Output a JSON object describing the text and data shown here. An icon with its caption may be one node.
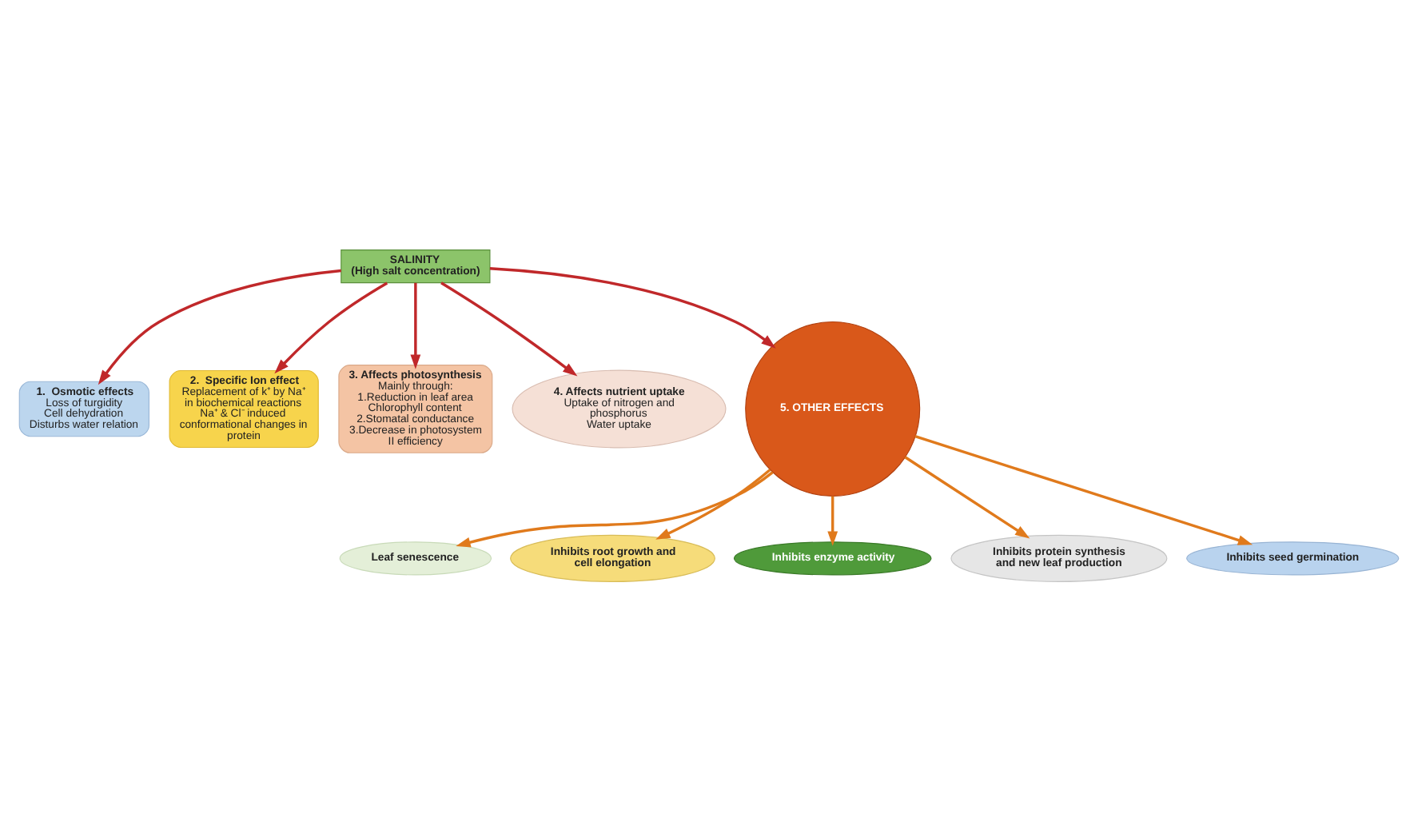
{
  "diagram": {
    "nodes": [
      {
        "text": [
          "SALINITY",
          "(High salt concentration)"
        ]
      },
      {
        "text": [
          "1.  Osmotic effects",
          "Loss of turgidity",
          "Cell dehydration",
          "Disturbs water relation"
        ]
      },
      {
        "text": [
          "2.  Specific Ion effect",
          "Replacement of k⁺ by Na⁺ in biochemical reactions",
          "Na⁺ & Cl⁻ induced conformational changes in protein"
        ]
      },
      {
        "text": [
          "3. Affects photosynthesis",
          "Mainly through:",
          "1.Reduction in leaf area Chlorophyll content",
          "2.Stomatal conductance",
          "3.Decrease in photosystem II efficiency"
        ]
      },
      {
        "text": [
          "4. Affects nutrient uptake",
          "Uptake of nitrogen and phosphorus",
          "Water uptake"
        ]
      },
      {
        "text": [
          "5. OTHER EFFECTS"
        ]
      },
      {
        "text": [
          "Leaf senescence"
        ]
      },
      {
        "text": [
          "Inhibits root growth and cell elongation"
        ]
      },
      {
        "text": [
          "Inhibits enzyme activity"
        ]
      },
      {
        "text": [
          "Inhibits protein synthesis and new leaf production"
        ]
      },
      {
        "text": [
          "Inhibits seed germination"
        ]
      }
    ],
    "edges": [
      {
        "from": 0,
        "to": 1,
        "arrow": "to"
      },
      {
        "from": 0,
        "to": 2,
        "arrow": "to"
      },
      {
        "from": 0,
        "to": 3,
        "arrow": "to"
      },
      {
        "from": 0,
        "to": 5,
        "arrow": "to"
      },
      {
        "from": 0,
        "to": 4,
        "arrow": "to"
      },
      {
        "from": 5,
        "to": 6,
        "arrow": "to",
        "color": "#e07a1c"
      },
      {
        "from": 5,
        "to": 7,
        "arrow": "to",
        "color": "#e07a1c"
      },
      {
        "from": 5,
        "to": 8,
        "arrow": "to",
        "color": "#e07a1c"
      },
      {
        "from": 5,
        "to": 9,
        "arrow": "to",
        "color": "#e07a1c"
      },
      {
        "from": 5,
        "to": 10,
        "arrow": "to",
        "color": "#e07a1c"
      }
    ]
  }
}
